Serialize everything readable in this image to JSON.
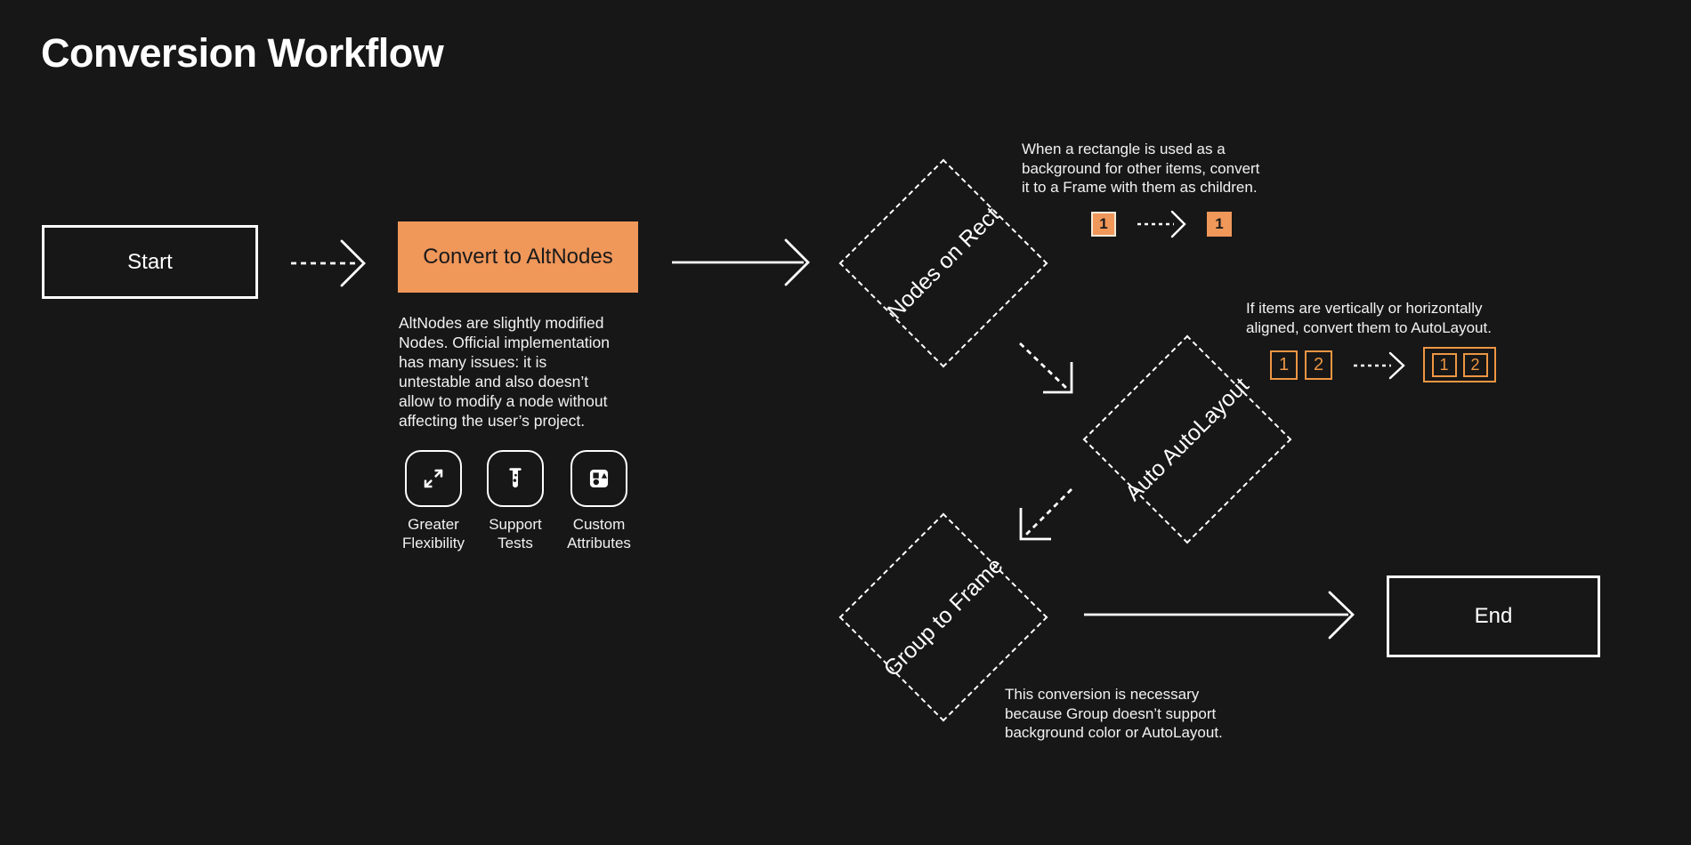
{
  "page": {
    "title": "Conversion Workflow",
    "colors": {
      "background": "#171717",
      "foreground": "#FFFFFF",
      "accent_fill": "#F0975A",
      "accent_outline": "#EE9643",
      "dark_text": "#1A1A1A"
    }
  },
  "nodes": {
    "start": {
      "label": "Start",
      "type": "terminal"
    },
    "convert_to_altnodes": {
      "label": "Convert to AltNodes",
      "type": "process"
    },
    "nodes_on_rect": {
      "label": "Nodes on Rect",
      "type": "decision"
    },
    "auto_autolayout": {
      "label": "Auto AutoLayout",
      "type": "decision"
    },
    "group_to_frame": {
      "label": "Group to Frame",
      "type": "decision"
    },
    "end": {
      "label": "End",
      "type": "terminal"
    }
  },
  "notes": {
    "altnodes_description": [
      "AltNodes are slightly modified",
      "Nodes. Official implementation",
      "has many issues: it is",
      "untestable and also doesn’t",
      "allow to modify a node without",
      "affecting the user’s project."
    ],
    "nodes_on_rect_note": [
      "When a rectangle is used as a",
      "background for other items, convert",
      "it to a Frame with them as children."
    ],
    "auto_autolayout_note": [
      "If items are vertically or horizontally",
      "aligned, convert them to AutoLayout."
    ],
    "group_to_frame_note": [
      "This conversion is necessary",
      "because Group doesn’t support",
      "background color or AutoLayout."
    ]
  },
  "features": [
    {
      "icon": "expand-arrows-icon",
      "label": [
        "Greater",
        "Flexibility"
      ]
    },
    {
      "icon": "test-tube-icon",
      "label": [
        "Support",
        "Tests"
      ]
    },
    {
      "icon": "shapes-icon",
      "label": [
        "Custom",
        "Attributes"
      ]
    }
  ],
  "mini_rect": {
    "before": "1",
    "after": "1"
  },
  "mini_auto": {
    "before": [
      "1",
      "2"
    ],
    "after": [
      "1",
      "2"
    ]
  }
}
